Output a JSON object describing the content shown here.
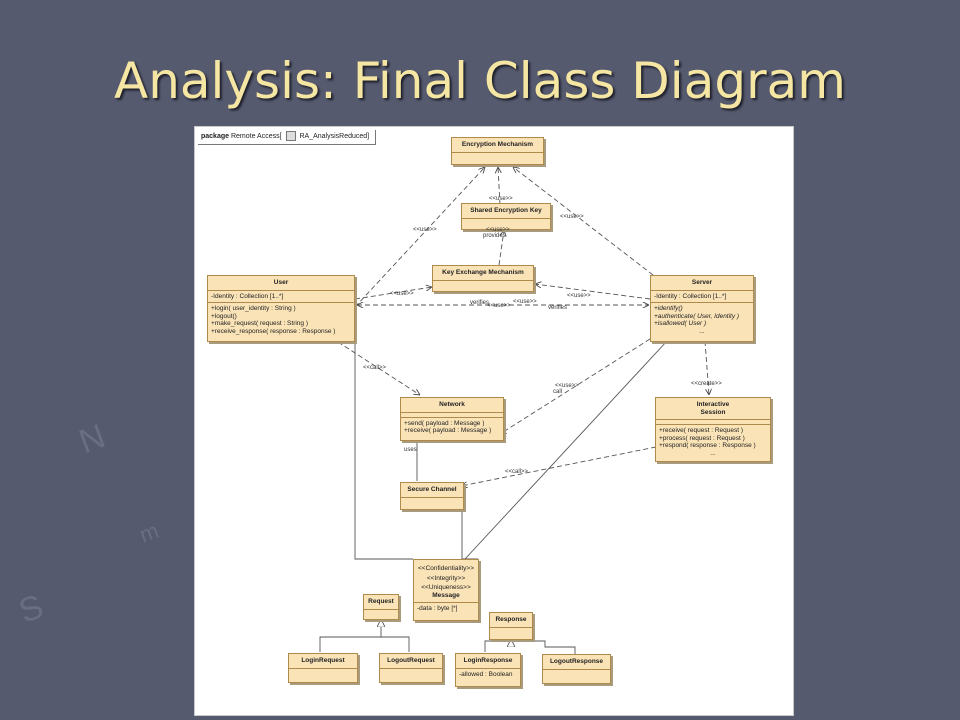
{
  "slide": {
    "title": "Analysis: Final Class Diagram"
  },
  "diagram": {
    "package": {
      "keyword": "package",
      "name": "Remote Access",
      "diagram_name": "RA_AnalysisReduced"
    },
    "classes": {
      "encryption_mechanism": {
        "name": "Encryption Mechanism"
      },
      "shared_key": {
        "name": "Shared Encryption Key"
      },
      "key_exchange": {
        "name": "Key Exchange Mechanism"
      },
      "user": {
        "name": "User",
        "attributes": [
          "-Identity : Collection [1..*]"
        ],
        "operations": [
          "+login( user_identity : String )",
          "+logout()",
          "+make_request( request : String )",
          "+receive_response( response : Response )"
        ]
      },
      "server": {
        "name": "Server",
        "attributes": [
          "-Identity : Collection [1..*]"
        ],
        "operations": [
          "+identify()",
          "+authenticate( User, Identity )",
          "+isallowed( User )",
          "..."
        ]
      },
      "network": {
        "name": "Network",
        "operations": [
          "+send( payload : Message )",
          "+receive( payload : Message )"
        ]
      },
      "session": {
        "name_line1": "Interactive",
        "name_line2": "Session",
        "operations": [
          "+receive( request : Request )",
          "+process( request : Request )",
          "+respond( response : Response )",
          "..."
        ]
      },
      "secure_channel": {
        "name": "Secure Channel"
      },
      "message": {
        "stereotypes": [
          "<<Confidentiality>>",
          "<<Integrity>>",
          "<<Uniqueness>>"
        ],
        "name": "Message",
        "attributes": [
          "-data : byte [*]"
        ]
      },
      "request": {
        "name": "Request"
      },
      "response": {
        "name": "Response"
      },
      "login_request": {
        "name": "LoginRequest"
      },
      "logout_request": {
        "name": "LogoutRequest"
      },
      "login_response": {
        "name": "LoginResponse",
        "attributes": [
          "-allowed : Boolean"
        ]
      },
      "logout_response": {
        "name": "LogoutResponse"
      }
    },
    "labels": {
      "use_user_enc": "<<use>>",
      "use_shared_key": "<<use>>",
      "use_server_enc": "<<use>>",
      "use_shared_kex": "<<use>>",
      "provides": "provides",
      "use_user_kex": "<<use>>",
      "use_server_kex": "<<use>>",
      "verifies_left": "verifies",
      "use_mid_left": "<<use>>",
      "use_mid_right": "<<use>>",
      "verifies_right": "verifies",
      "call_user_network": "<<call>>",
      "use_server_network": "<<use>>",
      "call_server_network": "call",
      "create_session": "<<create>>",
      "uses_network_channel": "uses",
      "call_session_channel": "<<call>>"
    }
  }
}
